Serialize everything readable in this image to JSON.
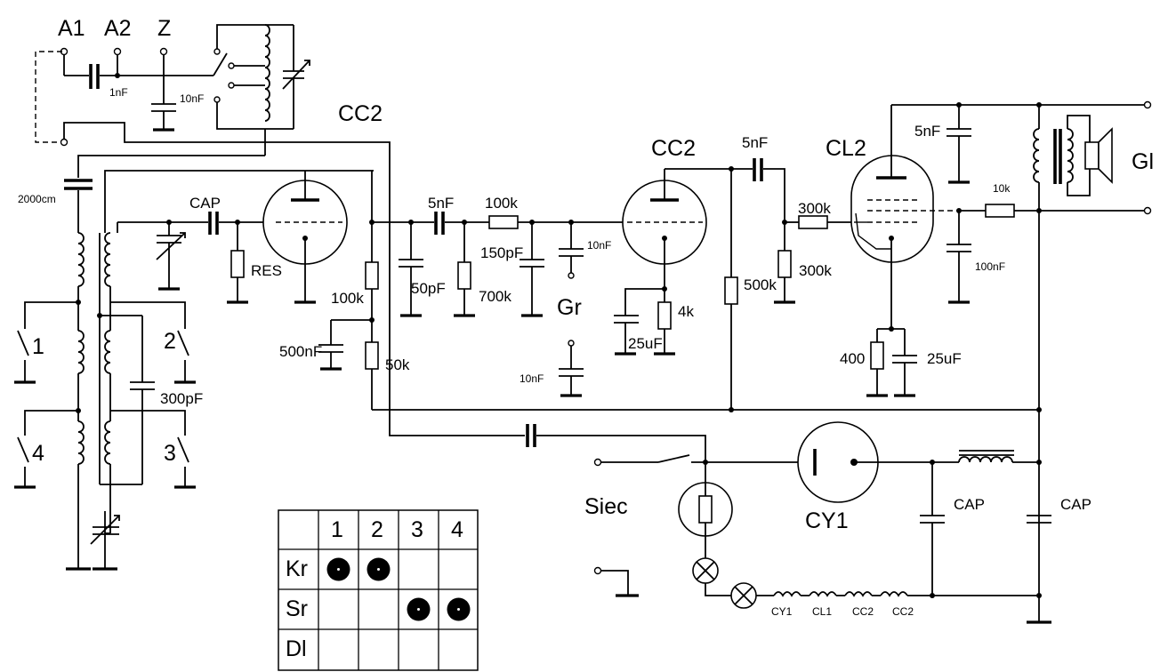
{
  "schematic": {
    "antenna_terminals": [
      "A1",
      "A2",
      "Z"
    ],
    "tube_labels": {
      "tube1": "CC2",
      "tube2": "CC2",
      "tube3": "CL2",
      "rectifier": "CY1"
    },
    "output_label": "Gl",
    "mains_label": "Siec",
    "grammo_label": "Gr",
    "band_switch_numbers": [
      "1",
      "2",
      "3",
      "4"
    ],
    "components": {
      "c_1nF": "1nF",
      "c_10nF_ant": "10nF",
      "c_2000cm": "2000cm",
      "c_cap_grid": "CAP",
      "r_res": "RES",
      "c_300pF": "300pF",
      "c_500nF": "500nF",
      "r_100k_a": "100k",
      "r_50k": "50k",
      "c_5nF_a": "5nF",
      "r_100k_b": "100k",
      "c_150pF": "150pF",
      "c_50pF": "50pF",
      "r_700k": "700k",
      "c_10nF_gr_top": "10nF",
      "c_10nF_gr_bottom": "10nF",
      "c_25uF_a": "25uF",
      "r_4k": "4k",
      "c_5nF_b": "5nF",
      "r_300k_a": "300k",
      "r_300k_b": "300k",
      "r_500k": "500k",
      "r_400": "400",
      "c_25uF_b": "25uF",
      "c_100nF": "100nF",
      "r_10k": "10k",
      "c_5nF_c": "5nF",
      "c_cap_filter_a": "CAP",
      "c_cap_filter_b": "CAP",
      "heater_chain": [
        "CY1",
        "CL1",
        "CC2",
        "CC2"
      ]
    },
    "table": {
      "columns": [
        "1",
        "2",
        "3",
        "4"
      ],
      "rows": [
        {
          "label": "Kr",
          "marks": [
            true,
            true,
            false,
            false
          ]
        },
        {
          "label": "Sr",
          "marks": [
            false,
            false,
            true,
            true
          ]
        },
        {
          "label": "Dl",
          "marks": [
            false,
            false,
            false,
            false
          ]
        }
      ]
    }
  }
}
